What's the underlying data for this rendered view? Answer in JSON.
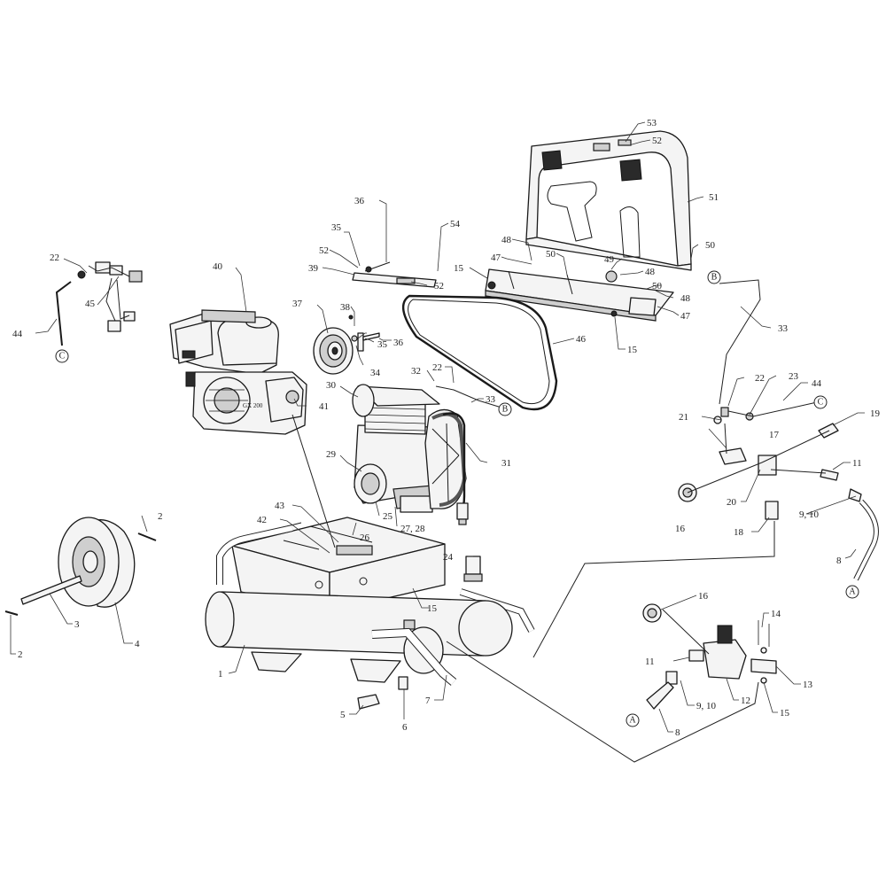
{
  "callouts": [
    {
      "id": "1",
      "text": "1"
    },
    {
      "id": "2a",
      "text": "2"
    },
    {
      "id": "2b",
      "text": "2"
    },
    {
      "id": "3",
      "text": "3"
    },
    {
      "id": "4",
      "text": "4"
    },
    {
      "id": "5",
      "text": "5"
    },
    {
      "id": "6",
      "text": "6"
    },
    {
      "id": "7",
      "text": "7"
    },
    {
      "id": "8a",
      "text": "8"
    },
    {
      "id": "8b",
      "text": "8"
    },
    {
      "id": "910a",
      "text": "9, 10"
    },
    {
      "id": "910b",
      "text": "9, 10"
    },
    {
      "id": "11a",
      "text": "11"
    },
    {
      "id": "11b",
      "text": "11"
    },
    {
      "id": "12",
      "text": "12"
    },
    {
      "id": "13",
      "text": "13"
    },
    {
      "id": "14",
      "text": "14"
    },
    {
      "id": "15a",
      "text": "15"
    },
    {
      "id": "15b",
      "text": "15"
    },
    {
      "id": "15c",
      "text": "15"
    },
    {
      "id": "15d",
      "text": "15"
    },
    {
      "id": "16a",
      "text": "16"
    },
    {
      "id": "16b",
      "text": "16"
    },
    {
      "id": "17",
      "text": "17"
    },
    {
      "id": "18",
      "text": "18"
    },
    {
      "id": "19",
      "text": "19"
    },
    {
      "id": "20",
      "text": "20"
    },
    {
      "id": "21",
      "text": "21"
    },
    {
      "id": "22a",
      "text": "22"
    },
    {
      "id": "22b",
      "text": "22"
    },
    {
      "id": "22c",
      "text": "22"
    },
    {
      "id": "23",
      "text": "23"
    },
    {
      "id": "24",
      "text": "24"
    },
    {
      "id": "25",
      "text": "25"
    },
    {
      "id": "26",
      "text": "26"
    },
    {
      "id": "2728",
      "text": "27, 28"
    },
    {
      "id": "29",
      "text": "29"
    },
    {
      "id": "30",
      "text": "30"
    },
    {
      "id": "31",
      "text": "31"
    },
    {
      "id": "32",
      "text": "32"
    },
    {
      "id": "33a",
      "text": "33"
    },
    {
      "id": "33b",
      "text": "33"
    },
    {
      "id": "34",
      "text": "34"
    },
    {
      "id": "35a",
      "text": "35"
    },
    {
      "id": "35b",
      "text": "35"
    },
    {
      "id": "36a",
      "text": "36"
    },
    {
      "id": "36b",
      "text": "36"
    },
    {
      "id": "37",
      "text": "37"
    },
    {
      "id": "38",
      "text": "38"
    },
    {
      "id": "39",
      "text": "39"
    },
    {
      "id": "40",
      "text": "40"
    },
    {
      "id": "41",
      "text": "41"
    },
    {
      "id": "42",
      "text": "42"
    },
    {
      "id": "43",
      "text": "43"
    },
    {
      "id": "44a",
      "text": "44"
    },
    {
      "id": "44b",
      "text": "44"
    },
    {
      "id": "45",
      "text": "45"
    },
    {
      "id": "46",
      "text": "46"
    },
    {
      "id": "47a",
      "text": "47"
    },
    {
      "id": "47b",
      "text": "47"
    },
    {
      "id": "48a",
      "text": "48"
    },
    {
      "id": "48b",
      "text": "48"
    },
    {
      "id": "48c",
      "text": "48"
    },
    {
      "id": "49",
      "text": "49"
    },
    {
      "id": "50a",
      "text": "50"
    },
    {
      "id": "50b",
      "text": "50"
    },
    {
      "id": "50c",
      "text": "50"
    },
    {
      "id": "51",
      "text": "51"
    },
    {
      "id": "52a",
      "text": "52"
    },
    {
      "id": "52b",
      "text": "52"
    },
    {
      "id": "52c",
      "text": "52"
    },
    {
      "id": "53",
      "text": "53"
    },
    {
      "id": "54",
      "text": "54"
    }
  ],
  "connectors": [
    {
      "id": "A1",
      "text": "A"
    },
    {
      "id": "A2",
      "text": "A"
    },
    {
      "id": "B1",
      "text": "B"
    },
    {
      "id": "B2",
      "text": "B"
    },
    {
      "id": "C1",
      "text": "C"
    },
    {
      "id": "C2",
      "text": "C"
    }
  ],
  "engine_badge": "GX 200"
}
